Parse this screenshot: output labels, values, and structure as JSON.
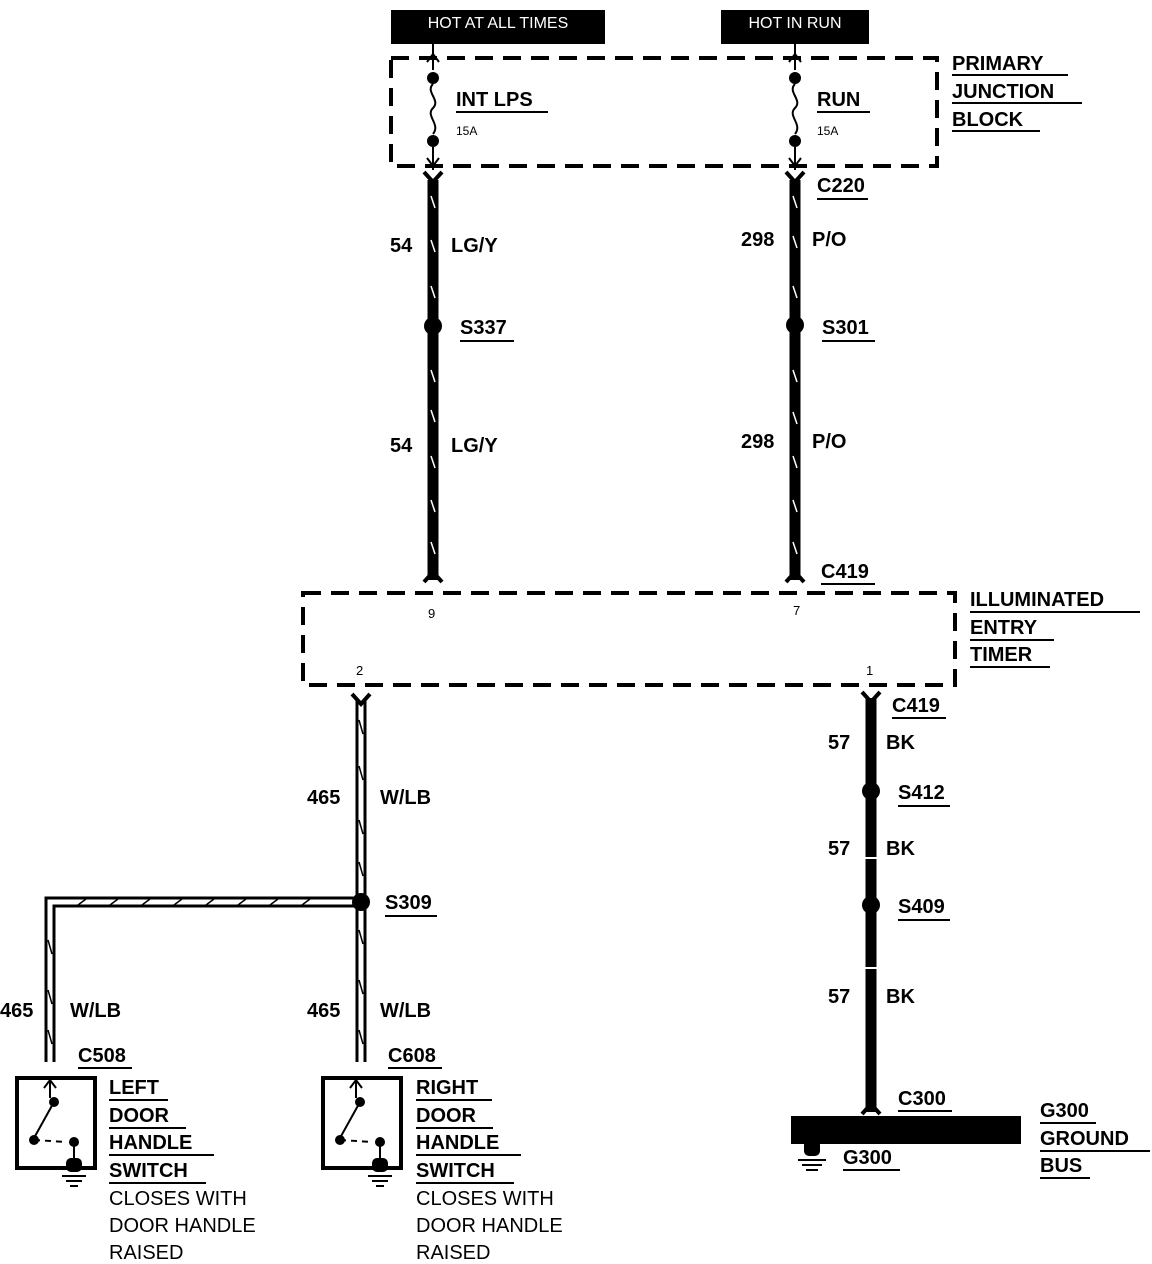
{
  "supply_headers": {
    "hot_at_all_times": "HOT AT ALL TIMES",
    "hot_in_run": "HOT IN RUN"
  },
  "primary_junction_block": {
    "title_lines": [
      "PRIMARY",
      "JUNCTION",
      "BLOCK"
    ],
    "fuse_int_lps": {
      "name": "INT LPS",
      "rating": "15A"
    },
    "fuse_run": {
      "name": "RUN",
      "rating": "15A"
    }
  },
  "connectors": {
    "c220": "C220",
    "c419_top": "C419",
    "c419_bottom": "C419",
    "c508": "C508",
    "c608": "C608",
    "c300": "C300"
  },
  "splices": {
    "s337": "S337",
    "s301": "S301",
    "s309": "S309",
    "s412": "S412",
    "s409": "S409"
  },
  "wires": {
    "left_upper": {
      "circuit": "54",
      "color": "LG/Y"
    },
    "left_lower": {
      "circuit": "54",
      "color": "LG/Y"
    },
    "right_upper": {
      "circuit": "298",
      "color": "P/O"
    },
    "right_lower": {
      "circuit": "298",
      "color": "P/O"
    },
    "wlb_upper": {
      "circuit": "465",
      "color": "W/LB"
    },
    "wlb_left": {
      "circuit": "465",
      "color": "W/LB"
    },
    "wlb_right": {
      "circuit": "465",
      "color": "W/LB"
    },
    "bk_1": {
      "circuit": "57",
      "color": "BK"
    },
    "bk_2": {
      "circuit": "57",
      "color": "BK"
    },
    "bk_3": {
      "circuit": "57",
      "color": "BK"
    }
  },
  "illuminated_entry_timer": {
    "title_lines": [
      "ILLUMINATED",
      "ENTRY",
      "TIMER"
    ],
    "pins": {
      "top_left": "9",
      "top_right": "7",
      "bottom_left": "2",
      "bottom_right": "1"
    }
  },
  "left_switch": {
    "title_lines": [
      "LEFT",
      "DOOR",
      "HANDLE",
      "SWITCH"
    ],
    "note_lines": [
      "CLOSES WITH",
      "DOOR HANDLE",
      "RAISED"
    ]
  },
  "right_switch": {
    "title_lines": [
      "RIGHT",
      "DOOR",
      "HANDLE",
      "SWITCH"
    ],
    "note_lines": [
      "CLOSES WITH",
      "DOOR HANDLE",
      "RAISED"
    ]
  },
  "ground": {
    "bus_lines": [
      "G300",
      "GROUND",
      "BUS"
    ],
    "point": "G300"
  }
}
